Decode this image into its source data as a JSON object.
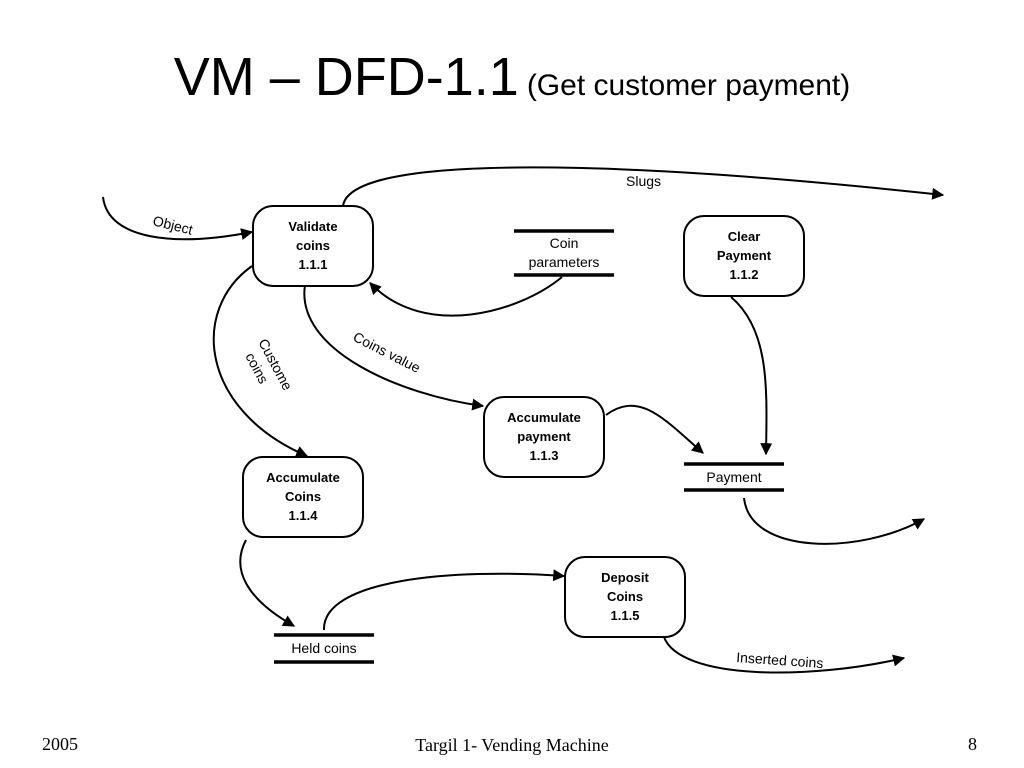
{
  "title": {
    "main": "VM – DFD-1.1",
    "sub": "(Get customer payment)"
  },
  "processes": {
    "validate": [
      "Validate",
      "coins",
      "1.1.1"
    ],
    "clear": [
      "Clear",
      "Payment",
      "1.1.2"
    ],
    "accpay": [
      "Accumulate",
      "payment",
      "1.1.3"
    ],
    "acccoins": [
      "Accumulate",
      "Coins",
      "1.1.4"
    ],
    "deposit": [
      "Deposit",
      "Coins",
      "1.1.5"
    ]
  },
  "stores": {
    "coinparams": [
      "Coin",
      "parameters"
    ],
    "payment": [
      "Payment"
    ],
    "held": [
      "Held coins"
    ]
  },
  "flows": {
    "object": "Object",
    "slugs": "Slugs",
    "coinsvalue": "Coins value",
    "custome": [
      "Custome",
      "coins"
    ],
    "inserted": "Inserted coins"
  },
  "footer": {
    "year": "2005",
    "center": "Targil 1- Vending Machine",
    "page": "8"
  }
}
